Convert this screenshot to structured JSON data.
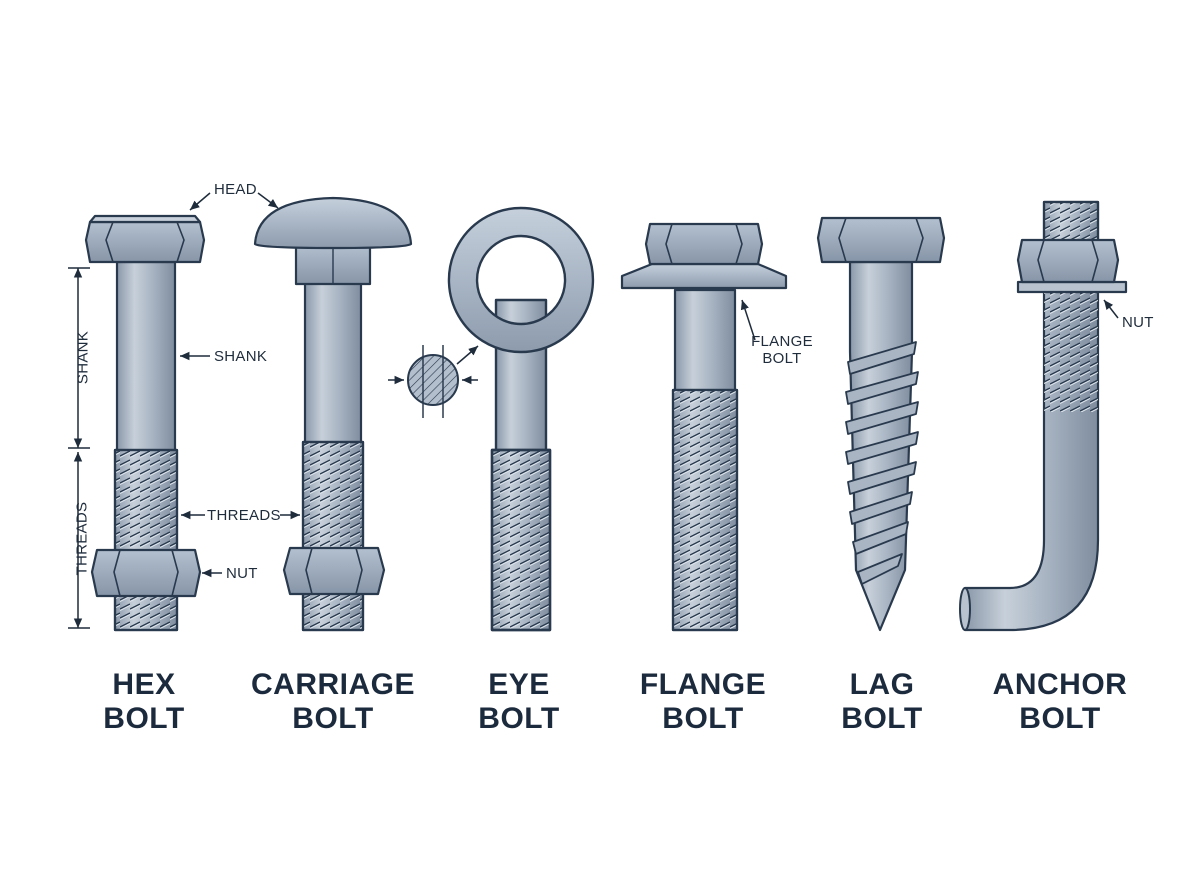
{
  "labels": {
    "head": "HEAD",
    "shank": "SHANK",
    "threads": "THREADS",
    "nut": "NUT",
    "shank_vertical": "SHANK",
    "threads_vertical": "THREADS",
    "flange_bolt_line1": "FLANGE",
    "flange_bolt_line2": "BOLT",
    "anchor_nut": "NUT"
  },
  "bolts": [
    {
      "line1": "HEX",
      "line2": "BOLT"
    },
    {
      "line1": "CARRIAGE",
      "line2": "BOLT"
    },
    {
      "line1": "EYE",
      "line2": "BOLT"
    },
    {
      "line1": "FLANGE",
      "line2": "BOLT"
    },
    {
      "line1": "LAG",
      "line2": "BOLT"
    },
    {
      "line1": "ANCHOR",
      "line2": "BOLT"
    }
  ],
  "colors": {
    "steel": "#a7b3c2",
    "steel_light": "#c9d2dc",
    "steel_dark": "#7d8b9c",
    "outline": "#2a3a4e",
    "text": "#1c2a3d"
  }
}
